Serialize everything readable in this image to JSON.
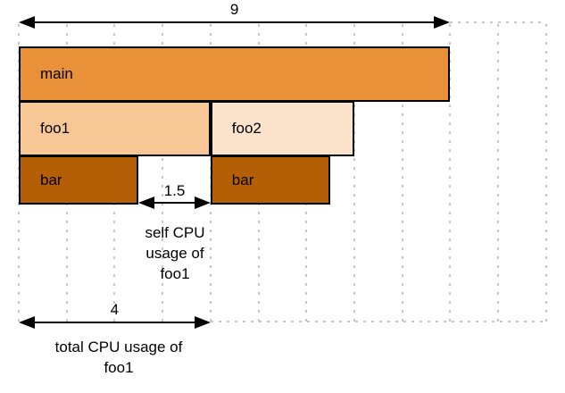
{
  "diagram_type": "flame-graph-cpu-usage",
  "colors": {
    "main": "#E89139",
    "foo1": "#F7C795",
    "foo2": "#FBE3CC",
    "bar": "#B45F06",
    "grid": "#C6C6C6",
    "stroke": "#000000",
    "text": "#000000"
  },
  "frames": [
    {
      "id": "main",
      "label": "main",
      "row": 0,
      "start": 0,
      "width_units": 9,
      "color_key": "main"
    },
    {
      "id": "foo1",
      "label": "foo1",
      "row": 1,
      "start": 0,
      "width_units": 4,
      "color_key": "foo1"
    },
    {
      "id": "foo2",
      "label": "foo2",
      "row": 1,
      "start": 4,
      "width_units": 3,
      "color_key": "foo2"
    },
    {
      "id": "bar-left",
      "label": "bar",
      "row": 2,
      "start": 0,
      "width_units": 2.5,
      "color_key": "bar"
    },
    {
      "id": "bar-right",
      "label": "bar",
      "row": 2,
      "start": 4,
      "width_units": 2.5,
      "color_key": "bar"
    }
  ],
  "measurements": {
    "total_width": {
      "value": "9",
      "from_unit": 0,
      "to_unit": 9
    },
    "self_cpu": {
      "value": "1.5",
      "from_unit": 2.5,
      "to_unit": 4,
      "caption": [
        "self CPU",
        "usage of",
        "foo1"
      ]
    },
    "total_cpu": {
      "value": "4",
      "from_unit": 0,
      "to_unit": 4,
      "caption": [
        "total CPU usage of",
        "foo1"
      ]
    }
  },
  "grid": {
    "num_gridlines": 12
  }
}
